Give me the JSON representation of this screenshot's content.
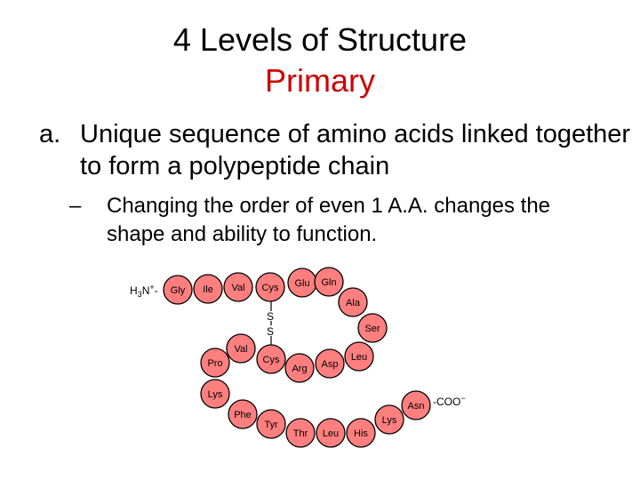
{
  "slide": {
    "title": "4 Levels of Structure",
    "subtitle": "Primary",
    "bullet_a_marker": "a.",
    "bullet_a_text": "Unique sequence of amino acids linked together to form a polypeptide chain",
    "sub_marker": "–",
    "sub_text": "Changing the order of even 1 A.A. changes the shape and ability to function."
  },
  "colors": {
    "title": "#000000",
    "subtitle": "#cc0000",
    "residue_fill": "#ff7f7f",
    "residue_stroke": "#000000"
  },
  "diagram": {
    "n_terminus": "H3N+",
    "c_terminus": "COO-",
    "disulfide_atoms": [
      "S",
      "S"
    ],
    "residues": [
      "Gly",
      "Ile",
      "Val",
      "Cys",
      "Glu",
      "Gln",
      "Ala",
      "Ser",
      "Leu",
      "Asp",
      "Arg",
      "Cys",
      "Val",
      "Pro",
      "Lys",
      "Phe",
      "Tyr",
      "Thr",
      "Leu",
      "His",
      "Lys",
      "Asn"
    ]
  }
}
